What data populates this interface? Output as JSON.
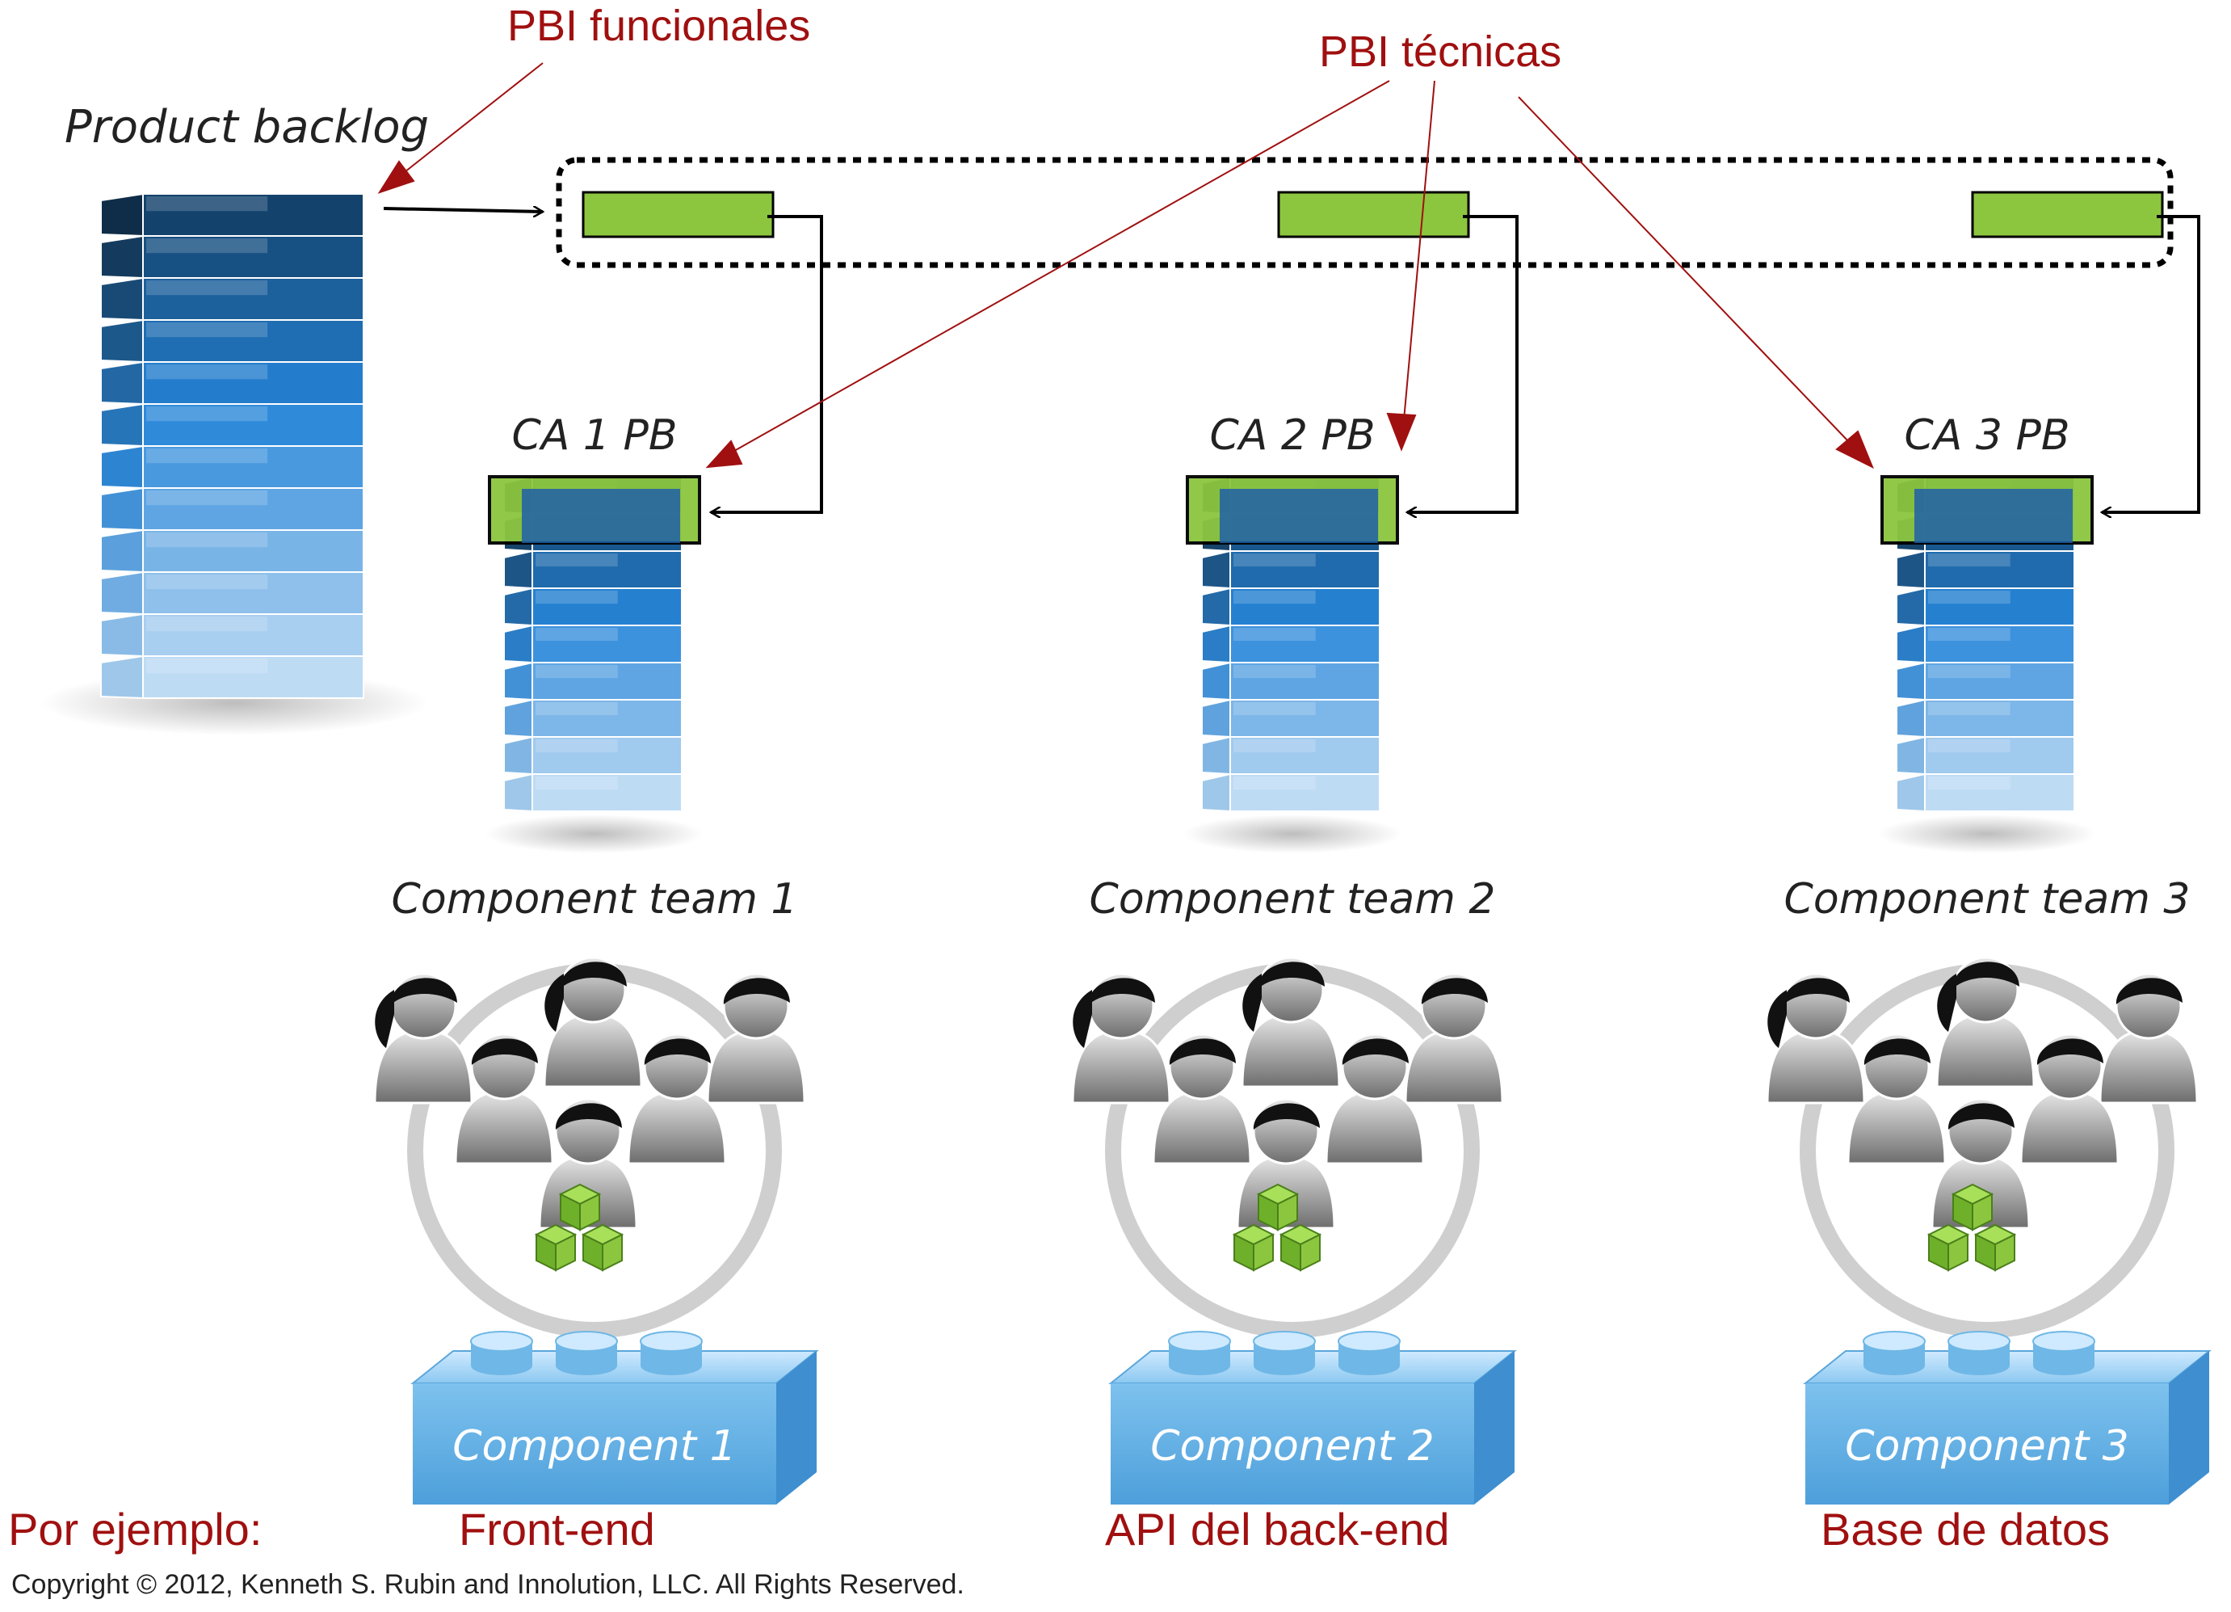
{
  "labels": {
    "product_backlog": "Product backlog",
    "pbi_funcionales": "PBI funcionales",
    "pbi_tecnicas": "PBI técnicas",
    "por_ejemplo": "Por ejemplo:",
    "copyright": "Copyright © 2012, Kenneth S. Rubin and Innolution, LLC. All Rights Reserved."
  },
  "areas": [
    {
      "pb_label": "CA 1 PB",
      "team": "Component team 1",
      "component": "Component 1",
      "example": "Front-end"
    },
    {
      "pb_label": "CA 2 PB",
      "team": "Component team 2",
      "component": "Component 2",
      "example": "API del back-end"
    },
    {
      "pb_label": "CA 3 PB",
      "team": "Component team 3",
      "component": "Component 3",
      "example": "Base de datos"
    }
  ],
  "colors": {
    "annotation_red": "#a01010",
    "pbi_green": "#8cc63f",
    "backlog_blue_dark": "#1f5fa8",
    "backlog_blue_light": "#cfe8fb",
    "component_blue": "#6fb7e6"
  }
}
